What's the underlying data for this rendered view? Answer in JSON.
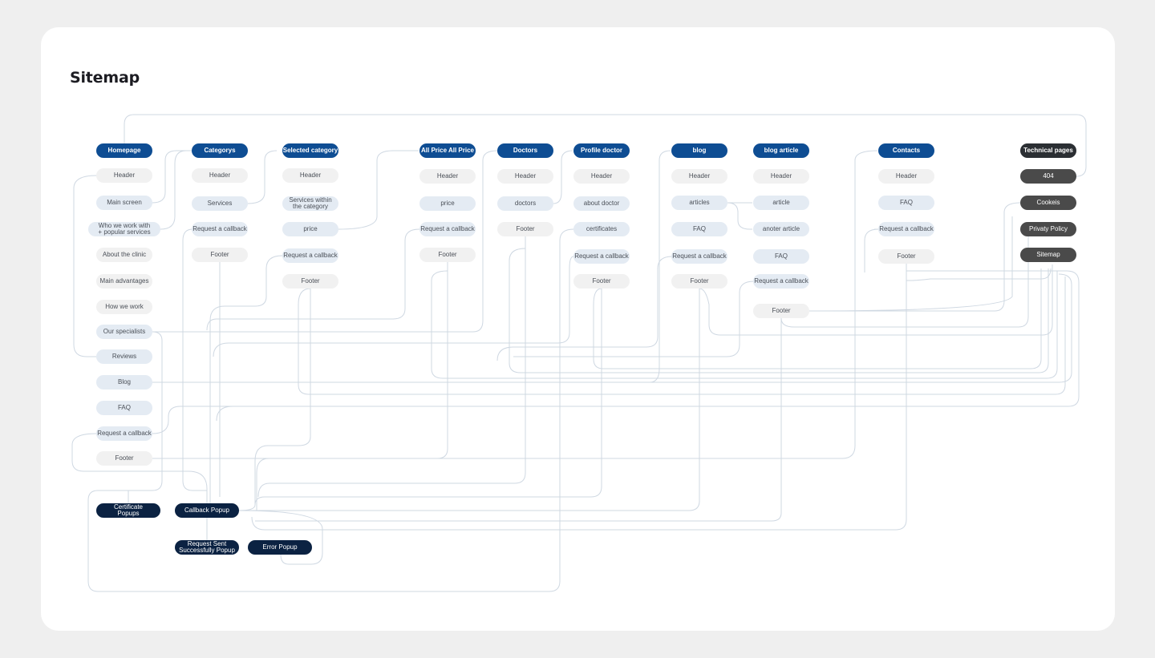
{
  "title": "Sitemap",
  "columns": [
    {
      "head": "Homepage",
      "items": [
        {
          "label": "Header",
          "style": "grey"
        },
        {
          "label": "Main screen",
          "style": "blue"
        },
        {
          "label": "Who we work with\n+ popular services",
          "style": "blue"
        },
        {
          "label": "About the clinic",
          "style": "grey"
        },
        {
          "label": "Main advantages",
          "style": "grey"
        },
        {
          "label": "How we work",
          "style": "grey"
        },
        {
          "label": "Our specialists",
          "style": "blue"
        },
        {
          "label": "Reviews",
          "style": "blue"
        },
        {
          "label": "Blog",
          "style": "blue"
        },
        {
          "label": "FAQ",
          "style": "blue"
        },
        {
          "label": "Request a callback",
          "style": "blue"
        },
        {
          "label": "Footer",
          "style": "grey"
        }
      ]
    },
    {
      "head": "Categorys",
      "items": [
        {
          "label": "Header",
          "style": "grey"
        },
        {
          "label": "Services",
          "style": "blue"
        },
        {
          "label": "Request a callback",
          "style": "blue"
        },
        {
          "label": "Footer",
          "style": "grey"
        }
      ]
    },
    {
      "head": "Selected category",
      "items": [
        {
          "label": "Header",
          "style": "grey"
        },
        {
          "label": "Services within\nthe category",
          "style": "blue"
        },
        {
          "label": "price",
          "style": "blue"
        },
        {
          "label": "Request a callback",
          "style": "blue"
        },
        {
          "label": "Footer",
          "style": "grey"
        }
      ]
    },
    {
      "head": "All Price  All Price",
      "items": [
        {
          "label": "Header",
          "style": "grey"
        },
        {
          "label": "price",
          "style": "blue"
        },
        {
          "label": "Request a callback",
          "style": "blue"
        },
        {
          "label": "Footer",
          "style": "grey"
        }
      ]
    },
    {
      "head": "Doctors",
      "items": [
        {
          "label": "Header",
          "style": "grey"
        },
        {
          "label": "doctors",
          "style": "blue"
        },
        {
          "label": "Footer",
          "style": "grey"
        }
      ]
    },
    {
      "head": "Profile doctor",
      "items": [
        {
          "label": "Header",
          "style": "grey"
        },
        {
          "label": "about doctor",
          "style": "blue"
        },
        {
          "label": "certificates",
          "style": "blue"
        },
        {
          "label": "Request a callback",
          "style": "blue"
        },
        {
          "label": "Footer",
          "style": "grey"
        }
      ]
    },
    {
      "head": "blog",
      "items": [
        {
          "label": "Header",
          "style": "grey"
        },
        {
          "label": "articles",
          "style": "blue"
        },
        {
          "label": "FAQ",
          "style": "blue"
        },
        {
          "label": "Request a callback",
          "style": "blue"
        },
        {
          "label": "Footer",
          "style": "grey"
        }
      ]
    },
    {
      "head": "blog article",
      "items": [
        {
          "label": "Header",
          "style": "grey"
        },
        {
          "label": "article",
          "style": "blue"
        },
        {
          "label": "anoter article",
          "style": "blue"
        },
        {
          "label": "FAQ",
          "style": "blue"
        },
        {
          "label": "Request a callback",
          "style": "blue"
        },
        {
          "label": "Footer",
          "style": "grey"
        }
      ]
    },
    {
      "head": "Contacts",
      "items": [
        {
          "label": "Header",
          "style": "grey"
        },
        {
          "label": "FAQ",
          "style": "blue"
        },
        {
          "label": "Request a callback",
          "style": "blue"
        },
        {
          "label": "Footer",
          "style": "grey"
        }
      ]
    },
    {
      "head": "Technical pages",
      "items": [
        {
          "label": "404",
          "style": "dark"
        },
        {
          "label": "Cookeis",
          "style": "dark"
        },
        {
          "label": "Privaty Policy",
          "style": "dark"
        },
        {
          "label": "Sitemap",
          "style": "dark"
        }
      ]
    }
  ],
  "popups": [
    {
      "label": "Certificate\nPopups"
    },
    {
      "label": "Callback Popup"
    },
    {
      "label": "Request Sent\nSuccessfully Popup"
    },
    {
      "label": "Error Popup"
    }
  ],
  "colors": {
    "heading": "#0e4d93",
    "technical": "#2b2f33",
    "popup": "#0b2242",
    "line": "#cfd8e2"
  }
}
